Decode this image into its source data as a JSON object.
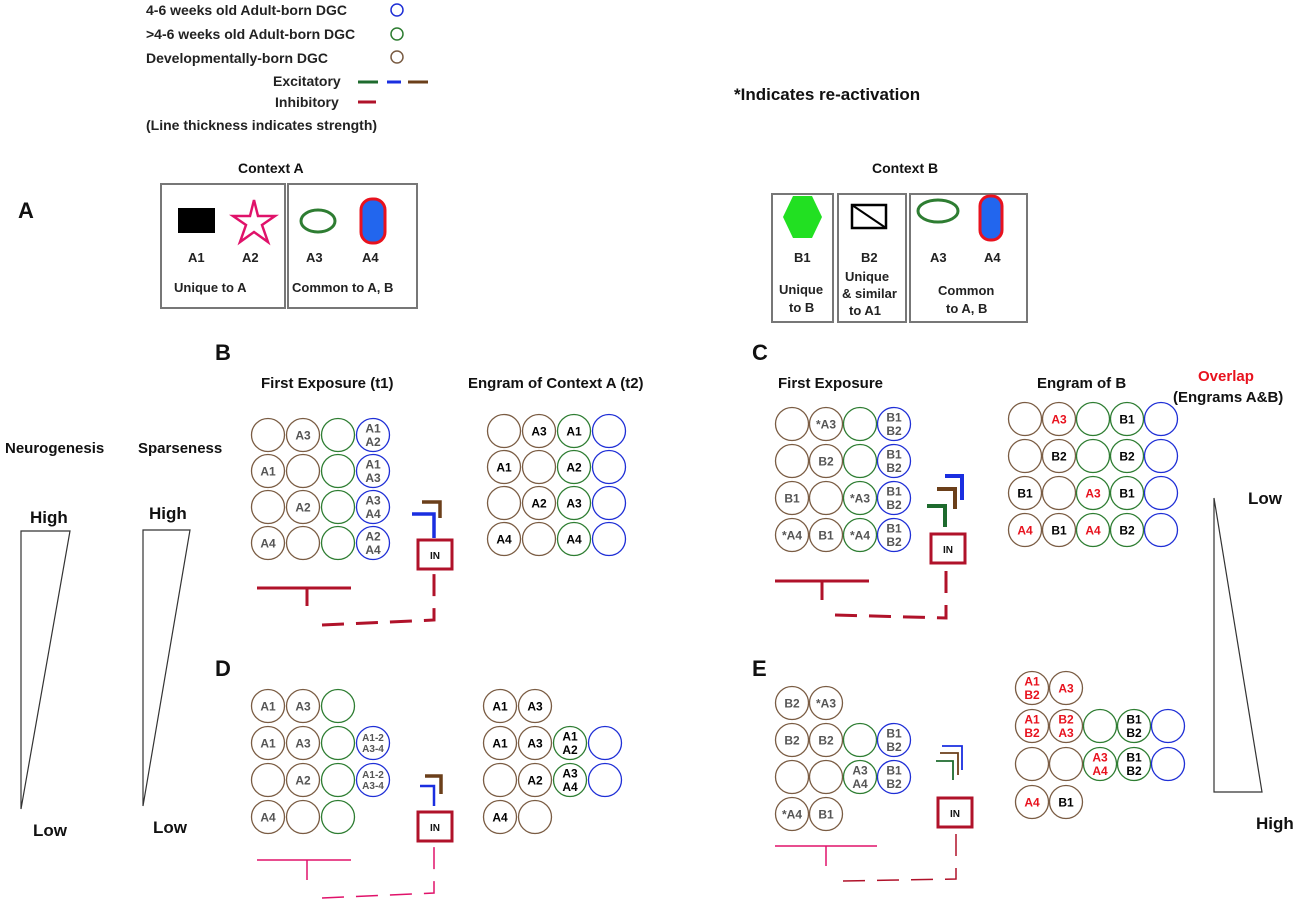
{
  "legend": {
    "items": [
      "4-6 weeks old Adult-born DGC",
      ">4-6 weeks old Adult-born DGC",
      "Developmentally-born DGC"
    ],
    "excitatory": "Excitatory",
    "inhibitory": "Inhibitory",
    "note": "(Line thickness indicates strength)"
  },
  "reactivation_note": "*Indicates re-activation",
  "colors": {
    "young_adult_born": "#1f2fd6",
    "older_adult_born": "#2e7d32",
    "developmental": "#7a5c43",
    "excitatory": [
      "#1e6b2e",
      "#1a2ee0",
      "#6b3f1a"
    ],
    "inhibitory": "#b0122a",
    "overlap": "#e8121e",
    "b1_green": "#22e022",
    "a2_star": "#e0126a",
    "a4_fill": "#2266ee"
  },
  "panelA": {
    "label": "A",
    "contextA": {
      "title": "Context A",
      "items": [
        "A1",
        "A2",
        "A3",
        "A4"
      ],
      "unique": "Unique to A",
      "common": "Common to A, B"
    },
    "contextB": {
      "title": "Context B",
      "items": [
        "B1",
        "B2",
        "A3",
        "A4"
      ],
      "unique_b": [
        "Unique",
        "to B"
      ],
      "unique_similar": [
        "Unique",
        "& similar",
        "to A1"
      ],
      "common": [
        "Common",
        "to A, B"
      ]
    }
  },
  "scales": {
    "neurogenesis": {
      "title": "Neurogenesis",
      "high": "High",
      "low": "Low"
    },
    "sparseness": {
      "title": "Sparseness",
      "high": "High",
      "low": "Low"
    },
    "overlap": {
      "title": "Overlap",
      "subtitle": "(Engrams A&B)",
      "low": "Low",
      "high": "High"
    }
  },
  "panels": {
    "B": {
      "label": "B",
      "left_title": "First Exposure (t1)",
      "right_title": "Engram of Context A (t2)"
    },
    "C": {
      "label": "C",
      "left_title": "First Exposure",
      "right_title": "Engram of B"
    },
    "D": {
      "label": "D"
    },
    "E": {
      "label": "E"
    }
  },
  "interneuron_label": "IN"
}
